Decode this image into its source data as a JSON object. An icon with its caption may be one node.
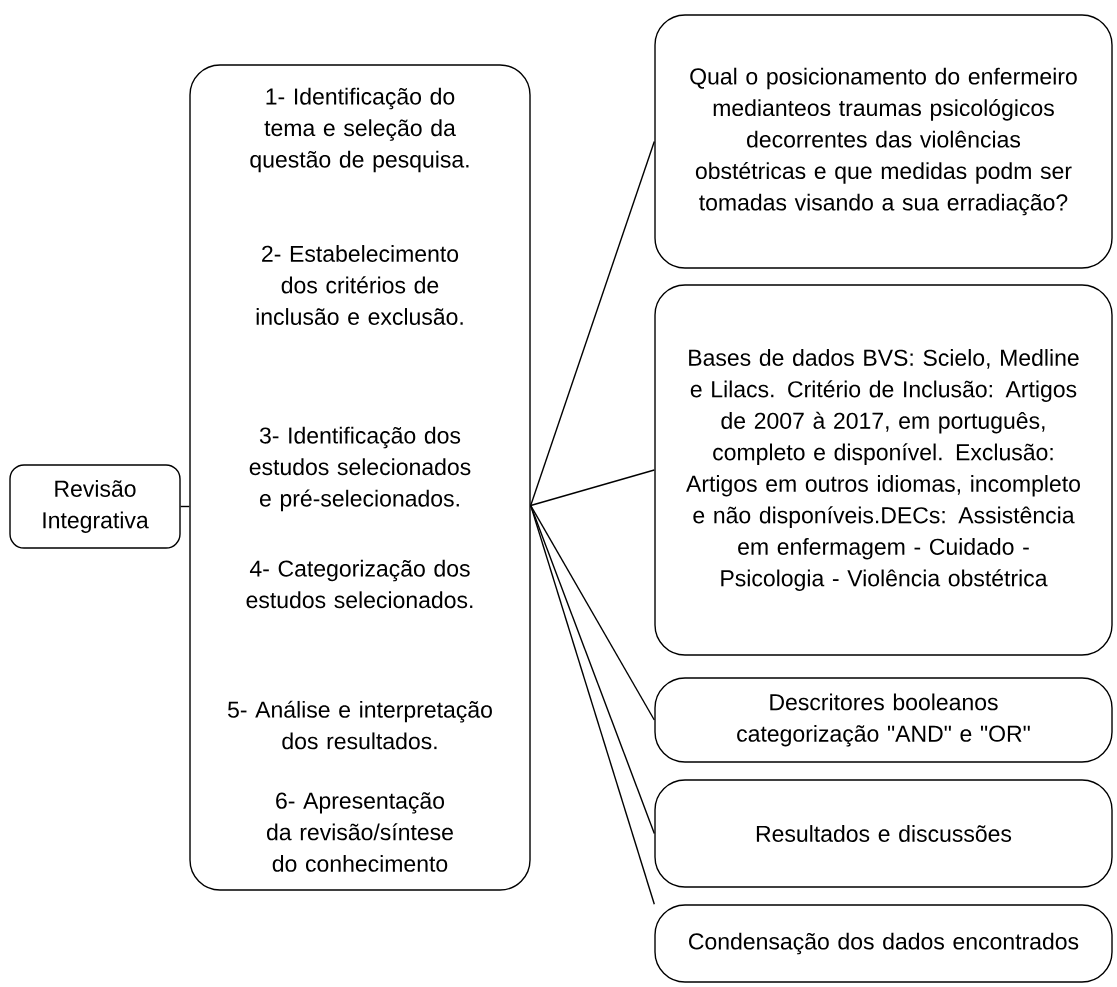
{
  "diagram": {
    "nodes": [
      {
        "text": [
          "Revisão Integrativa"
        ]
      },
      {
        "text": [
          "1- Identificação  do tema e seleção da questão de pesquisa.",
          "2- Estabelecimento dos critérios de inclusão e exclusão.",
          "3- Identificação dos estudos selecionados e pré-selecionados.",
          "4- Categorização dos estudos selecionados.",
          "5- Análise e interpretação dos resultados.",
          "6- Apresentação da revisão/síntese do conhecimento"
        ]
      },
      {
        "text": [
          "Qual o posicionamento do enfermeiro medianteos traumas psicológicos decorrentes das violências obstétricas e que medidas podm ser tomadas visando a sua erradiação?"
        ]
      },
      {
        "text": [
          "Bases de dados BVS: Scielo, Medline e Lilacs. Critério de Inclusão: Artigos de 2007 à 2017, em português, completo e disponível. Exclusão: Artigos em outros idiomas, incompleto e não disponíveis.DECs: Assistência em enfermagem - Cuidado - Psicologia - Violência obstétrica"
        ]
      },
      {
        "text": [
          "Descritores booleanos categorização \"AND\" e \"OR\""
        ]
      },
      {
        "text": [
          "Resultados e discussões"
        ]
      },
      {
        "text": [
          "Condensação dos dados encontrados"
        ]
      }
    ],
    "edges": [
      {
        "from": 0,
        "to": 1,
        "arrow": "none"
      },
      {
        "from": 1,
        "to": 2,
        "arrow": "none"
      },
      {
        "from": 1,
        "to": 3,
        "arrow": "none"
      },
      {
        "from": 1,
        "to": 4,
        "arrow": "none"
      },
      {
        "from": 1,
        "to": 5,
        "arrow": "none"
      },
      {
        "from": 1,
        "to": 6,
        "arrow": "none"
      }
    ]
  }
}
